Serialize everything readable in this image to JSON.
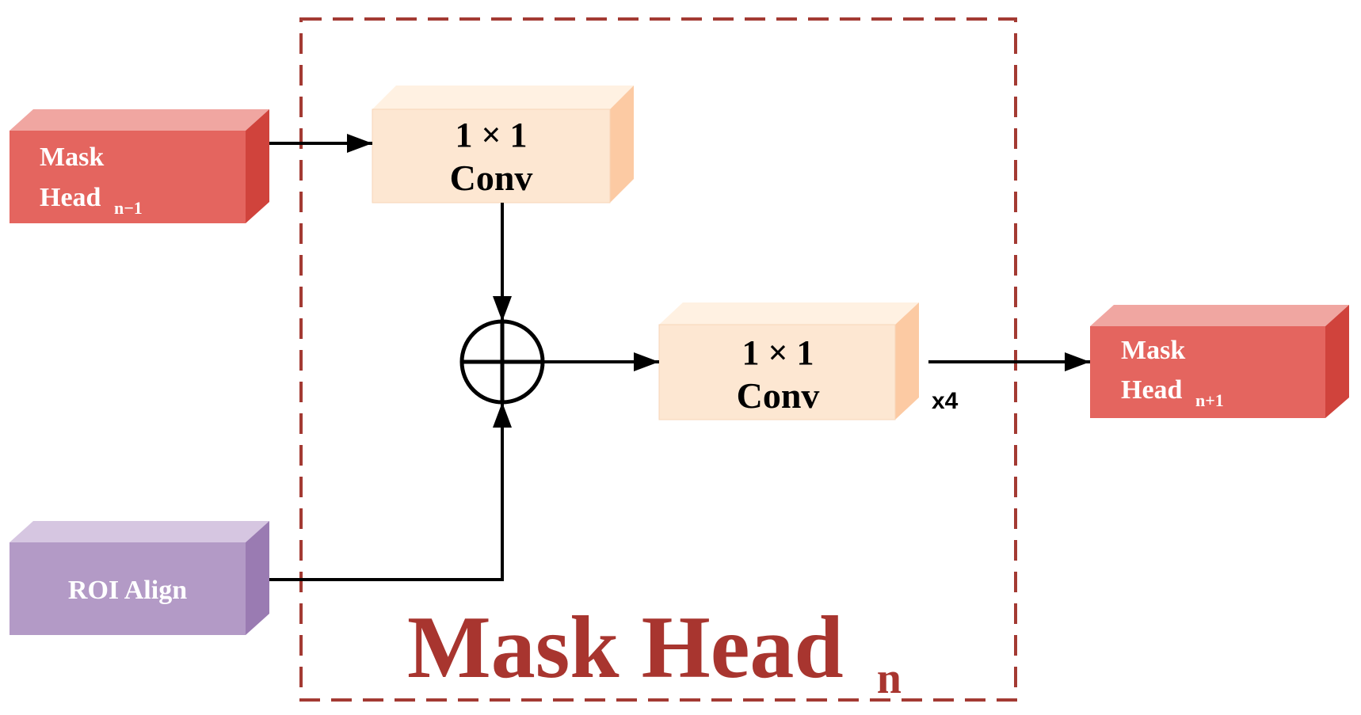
{
  "frame": {
    "title_main": "Mask Head",
    "title_sub": "n"
  },
  "blocks": {
    "mask_head_prev": {
      "line1": "Mask",
      "line2": "Head",
      "sub": "n−1"
    },
    "roi_align": {
      "label": "ROI Align"
    },
    "conv_top": {
      "line1": "1 × 1",
      "line2": "Conv"
    },
    "conv_mid": {
      "line1": "1 × 1",
      "line2": "Conv",
      "repeat": "x4"
    },
    "mask_head_next": {
      "line1": "Mask",
      "line2": "Head",
      "sub": "n+1"
    }
  },
  "colors": {
    "frame": "#a33a33",
    "title": "#a8352f",
    "mask_front": "#e4655f",
    "mask_top": "#f0a6a1",
    "mask_side": "#d0433c",
    "roi_front": "#b39ac6",
    "roi_top": "#d6c6e1",
    "roi_side": "#9a7bb2",
    "conv_front": "#fde7d2",
    "conv_top": "#fff1e2",
    "conv_side": "#fccaa3",
    "arrow": "#000000"
  }
}
